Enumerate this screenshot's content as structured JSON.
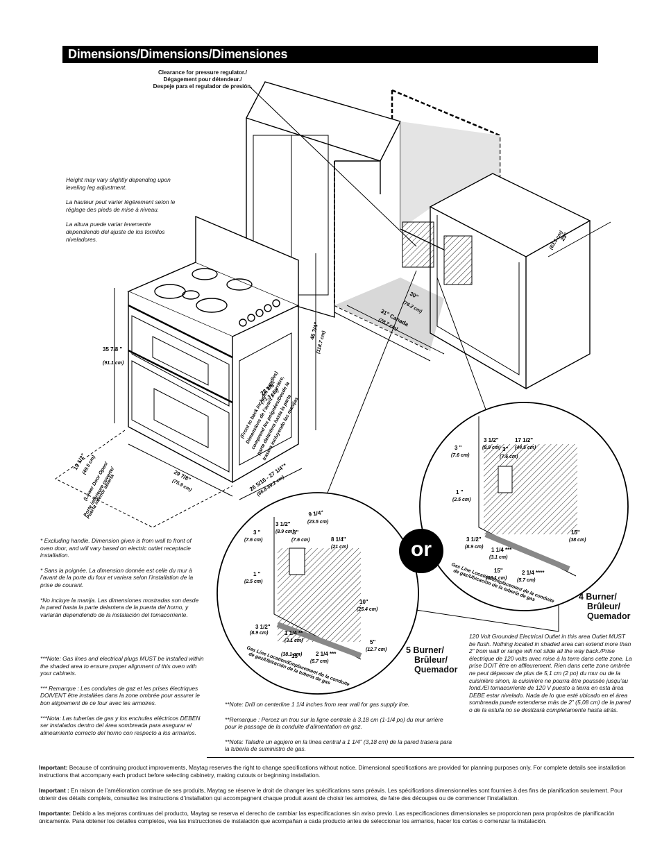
{
  "title": "Dimensions/Dimensions/Dimensiones",
  "clearance_label": [
    "Clearance for pressure regulator./",
    "Dégagement pour détendeur./",
    "Despeje para el regulador de presión."
  ],
  "height_note": [
    "Height may vary slightly depending upon leveling leg adjustment.",
    "La hauteur peut varier légèrement selon le réglage des pieds de mise à niveau.",
    "La altura puede variar levemente dependiendo del ajuste de los tornillos niveladores."
  ],
  "handle_note": [
    "* Excluding handle. Dimension given is from wall to front of oven door, and will vary based on electric outlet receptacle installation.",
    "* Sans la poignée. La dimension donnée est celle du mur à l’avant de la porte du four et variera selon l’installation de la prise de courant.",
    "*No incluye la manija. Las dimensiones mostradas son desde la pared hasta la parte delantera de la puerta del horno, y variarán dependiendo de la instalación del tomacorriente."
  ],
  "gas_note": [
    "***Note: Gas lines and electrical plugs MUST be installed within the shaded area to ensure proper alignment of this oven with your cabinets.",
    "*** Remarque : Les conduites de gaz et les prises électriques DOIVENT être installées dans la zone ombrée pour assurer le bon alignement de ce four avec les armoires.",
    "***Nota: Las tuberías de gas y los enchufes eléctricos DEBEN ser instalados dentro del área sombreada para asegurar el alineamiento correcto del horno con respecto a los armarios."
  ],
  "drill_note": [
    "**Note: Drill on centerline 1 1/4 inches from rear wall for  gas supply line.",
    "**Remarque : Percez un trou sur la ligne centrale à 3,18 cm (1-1/4 po) du mur arrière pour le passage de la conduite d’alimentation en gaz.",
    "**Nota: Taladre un agujero en la línea central a 1 1/4” (3,18 cm) de la pared trasera para la tubería de suministro de gas."
  ],
  "outlet_note": "120 Volt Grounded Electrical Outlet in this area Outlet MUST be flush. Nothing located in shaded area can extend more than 2” from wall or range will not slide all the way back./Prise électrique de 120 volts avec mise à la terre dans cette zone. La prise DOIT être en affleurement. Rien dans cette zone ombrée ne peut dépasser de plus de 5,1 cm (2 po) du mur ou de la cuisinière sinon, la cuisinière ne pourra être poussée jusqu’au fond./El tomacorriente de 120 V puesto a tierra en esta área DEBE estar nivelado. Nada de lo que esté ubicado en el área sombreada puede extenderse más de 2” (5,08 cm) de la pared o de la estufa no se deslizará completamente hasta atrás.",
  "or_label": "or",
  "burner5": [
    "5 Burner/",
    "Brûleur/",
    "Quemador"
  ],
  "burner4": [
    "4 Burner/",
    "Brûleur/",
    "Quemador"
  ],
  "dimensions": {
    "d25": [
      "25\"",
      "(63.5 cm)"
    ],
    "d30": [
      "30\"",
      "(76.2 cm)"
    ],
    "d31": [
      "31\" Canada",
      "(78.7 cm)"
    ],
    "d46": [
      "46 3/4\"",
      "(118.7 cm)"
    ],
    "d35": [
      "35 7/8 \"",
      "(91.1 cm)"
    ],
    "d28": [
      "28 1/8\"",
      "(71.3 cm)"
    ],
    "d28_note": [
      "(Front to back includes handles)",
      "Dimensions de l’avant à l’arrière,",
      "comprend les poignées/Desde la",
      "parte delantera hasta la parte",
      "trasera incluyendo las manijas"
    ],
    "d19": [
      "19 1/2\"",
      "(49.5 cm)",
      "(Lower Door Open/",
      "Porte inférieure ouverte/",
      "Puerta inferior abierta"
    ],
    "d29": [
      "29 7/8\"",
      "(75.9 cm)"
    ],
    "d26": [
      "26 5/16 - 27 1/4\"*",
      "(66.8-69.2 cm)"
    ]
  },
  "d5": {
    "w9": [
      "9 1/4\"",
      "(23.5 cm)"
    ],
    "w3a": [
      "3 1/2\"",
      "(8.9 cm)"
    ],
    "w3b": [
      "3\"",
      "(7.6 cm)"
    ],
    "w8": [
      "8 1/4\"",
      "(21 cm)"
    ],
    "h3": [
      "3 \"",
      "(7.6 cm)"
    ],
    "h1": [
      "1 \"",
      "(2.5 cm)"
    ],
    "h10": [
      "10\"",
      "(25.4 cm)"
    ],
    "h5": [
      "5\"",
      "(12.7 cm)"
    ],
    "b1": [
      "1 1/4 **",
      "(3.1 cm)"
    ],
    "b15": [
      "15\"",
      "(38.1 cm)"
    ],
    "b2": [
      "2 1/4 ***",
      "(5.7 cm)"
    ],
    "b3": [
      "3 1/2\"",
      "(8.9 cm)"
    ],
    "gasline": [
      "Gas Line Location/Emplacement de la conduite",
      "de gaz/Ubicación de la tubería de gas"
    ]
  },
  "d4": {
    "w3a": [
      "3 1/2\"",
      "(8.9 cm)"
    ],
    "w3b": [
      "3\"",
      "(7.6 cm)"
    ],
    "w17": [
      "17 1/2\"",
      "(44.5 cm)"
    ],
    "h3": [
      "3 \"",
      "(7.6 cm)"
    ],
    "h1": [
      "1 \"",
      "(2.5 cm)"
    ],
    "h15": [
      "15\"",
      "(38 cm)"
    ],
    "b1": [
      "1 1/4 ***",
      "(3.1 cm)"
    ],
    "b15": [
      "15\"",
      "(38.1 cm)"
    ],
    "b2": [
      "2 1/4 ****",
      "(5.7 cm)"
    ],
    "b3": [
      "3 1/2\"",
      "(8.9 cm)"
    ],
    "gasline": [
      "Gas Line Location/Emplacement de la conduite",
      "de gaz/Ubicación de la tubería de gas"
    ]
  },
  "important": [
    {
      "lead": "Important:",
      "text": " Because of continuing product improvements, Maytag reserves the right to change specifications without notice.  Dimensional specifications are provided for planning purposes only.  For complete details see installation instructions that accompany each product before selecting cabinetry, making cutouts or beginning installation."
    },
    {
      "lead": "Important :",
      "text": " En raison de l’amélioration continue de ses produits, Maytag se réserve le droit de changer les spécifications sans préavis. Les spécifications dimensionnelles sont fournies à des fins de planification seulement. Pour obtenir des détails complets, consultez les instructions d’installation qui accompagnent chaque produit avant de choisir les armoires, de faire des découpes ou de commencer l’installation."
    },
    {
      "lead": "Importante:",
      "text": " Debido a las mejoras continuas del producto, Maytag se reserva el derecho de cambiar las especificaciones sin aviso previo.  Las especificaciones dimensionales se proporcionan para propósitos de planificación únicamente.  Para obtener los detalles completos, vea las instrucciones de instalación que acompañan a cada producto antes de seleccionar los armarios, hacer los cortes o comenzar la instalación."
    }
  ]
}
